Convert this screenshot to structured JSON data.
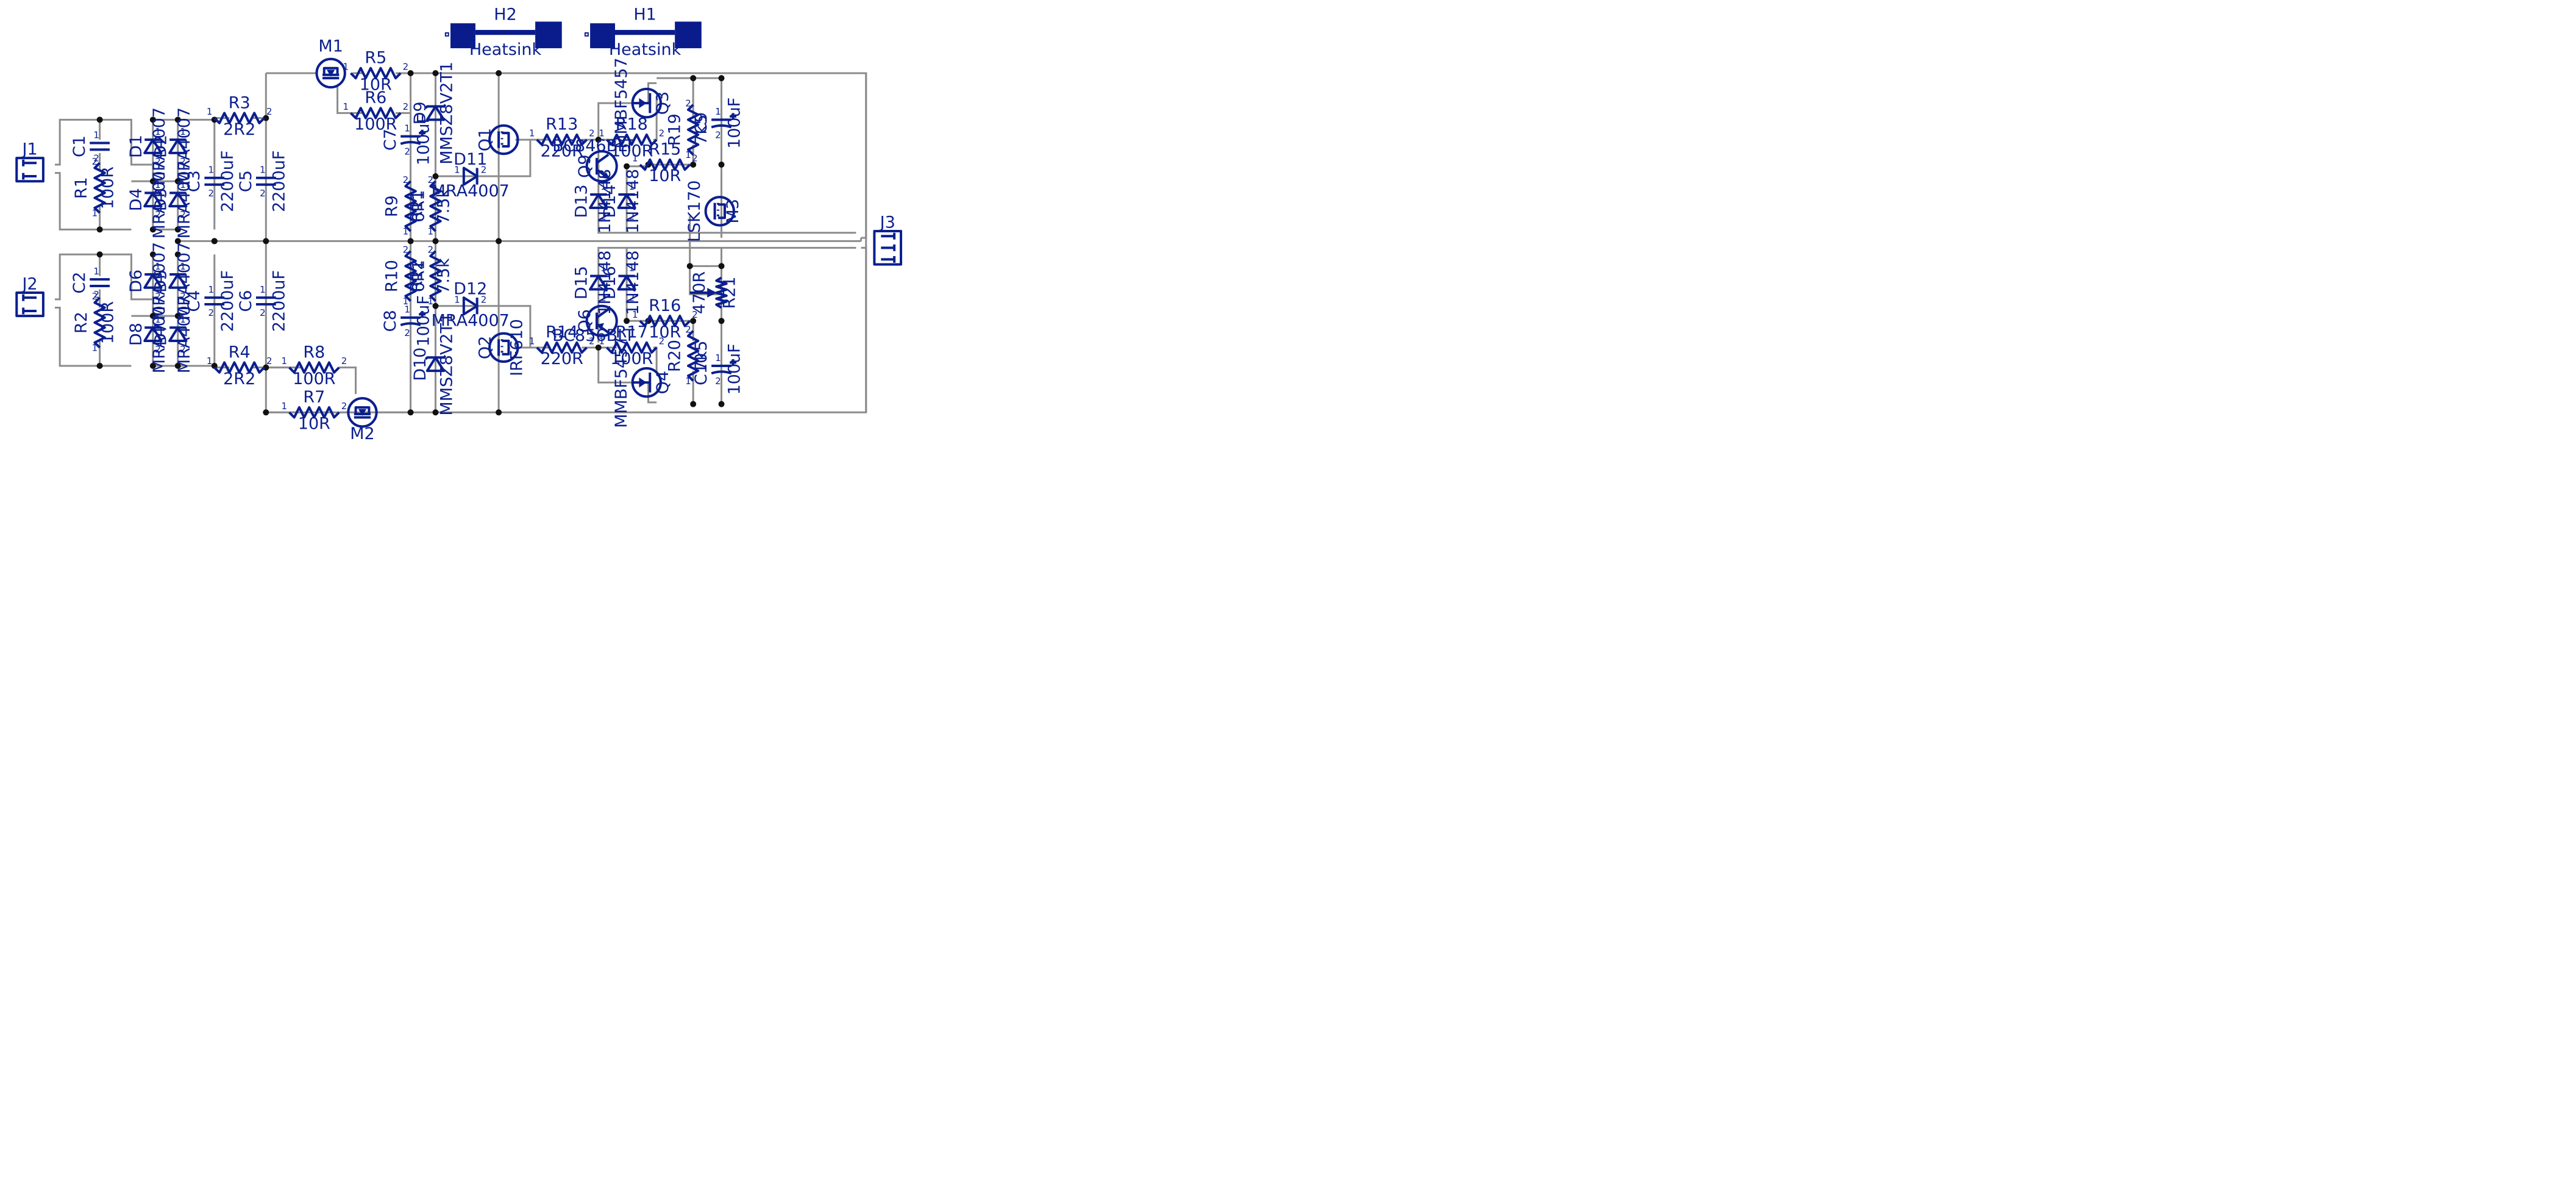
{
  "colors": {
    "symbol": "#0b1f8f",
    "wire": "#8c8c8c",
    "junction": "#111111",
    "heatsink_fill": "#0a1c8c"
  },
  "heatsinks": [
    {
      "ref": "H2",
      "value": "Heatsink"
    },
    {
      "ref": "H1",
      "value": "Heatsink"
    }
  ],
  "components": {
    "J1": {
      "ref": "J1"
    },
    "J2": {
      "ref": "J2"
    },
    "J3": {
      "ref": "J3"
    },
    "C1": {
      "ref": "C1",
      "value": ""
    },
    "C2": {
      "ref": "C2",
      "value": ""
    },
    "R1": {
      "ref": "R1",
      "value": "100R"
    },
    "R2": {
      "ref": "R2",
      "value": "100R"
    },
    "D1": {
      "ref": "D1",
      "value": "MRA4007"
    },
    "D2": {
      "ref": "D2",
      "value": "MRA4007"
    },
    "D3": {
      "ref": "D3",
      "value": "MRA4007"
    },
    "D4": {
      "ref": "D4",
      "value": "MRA4007"
    },
    "D5": {
      "ref": "D5",
      "value": "MRA4007"
    },
    "D6": {
      "ref": "D6",
      "value": "MRA4007"
    },
    "D7": {
      "ref": "D7",
      "value": "MRA4007"
    },
    "D8": {
      "ref": "D8",
      "value": "MRA4007"
    },
    "C3": {
      "ref": "C3",
      "value": "2200uF"
    },
    "C4": {
      "ref": "C4",
      "value": "2200uF"
    },
    "C5": {
      "ref": "C5",
      "value": "2200uF"
    },
    "C6": {
      "ref": "C6",
      "value": "2200uF"
    },
    "R3": {
      "ref": "R3",
      "value": "2R2"
    },
    "R4": {
      "ref": "R4",
      "value": "2R2"
    },
    "M1": {
      "ref": "M1"
    },
    "M2": {
      "ref": "M2"
    },
    "R5": {
      "ref": "R5",
      "value": "10R"
    },
    "R6": {
      "ref": "R6",
      "value": "100R"
    },
    "R7": {
      "ref": "R7",
      "value": "10R"
    },
    "R8": {
      "ref": "R8",
      "value": "100R"
    },
    "C7": {
      "ref": "C7",
      "value": "100uF"
    },
    "C8": {
      "ref": "C8",
      "value": "100uF"
    },
    "D9": {
      "ref": "D9",
      "value": "MMSZ8V2T1"
    },
    "D10": {
      "ref": "D10",
      "value": "MMSZ8V2T1"
    },
    "R9": {
      "ref": "R9",
      "value": "0R1"
    },
    "R10": {
      "ref": "R10",
      "value": "0R1"
    },
    "R11": {
      "ref": "R11",
      "value": "7.5k"
    },
    "R12": {
      "ref": "R12",
      "value": "7.5k"
    },
    "D11": {
      "ref": "D11",
      "value": "MRA4007"
    },
    "D12": {
      "ref": "D12",
      "value": "MRA4007"
    },
    "Q1": {
      "ref": "Q1"
    },
    "Q2": {
      "ref": "Q2",
      "value": "IRF610"
    },
    "R13": {
      "ref": "R13",
      "value": "220R"
    },
    "R14": {
      "ref": "R14",
      "value": "220R"
    },
    "Q9": {
      "ref": "Q9",
      "value": "BC846BLT"
    },
    "Q6": {
      "ref": "Q6",
      "value": "BC856BLT"
    },
    "D13": {
      "ref": "D13",
      "value": "1N4148"
    },
    "D14": {
      "ref": "D14",
      "value": "1N4148"
    },
    "D15": {
      "ref": "D15",
      "value": "1N4148"
    },
    "D16": {
      "ref": "D16",
      "value": "1N4148"
    },
    "R18": {
      "ref": "R18",
      "value": "100R"
    },
    "R17": {
      "ref": "R17",
      "value": "100R"
    },
    "Q3": {
      "ref": "Q3",
      "value": "MMBF5457"
    },
    "Q4": {
      "ref": "Q4",
      "value": "MMBF5457"
    },
    "R15": {
      "ref": "R15",
      "value": "10R"
    },
    "R16": {
      "ref": "R16",
      "value": "10R"
    },
    "R19": {
      "ref": "R19",
      "value": "7k5"
    },
    "R20": {
      "ref": "R20",
      "value": "7k5"
    },
    "C9": {
      "ref": "C9",
      "value": "100uF"
    },
    "C10": {
      "ref": "C10",
      "value": "100uF"
    },
    "M3": {
      "ref": "M3",
      "value": "LSK170"
    },
    "R21": {
      "ref": "R21",
      "value": "470R"
    }
  }
}
